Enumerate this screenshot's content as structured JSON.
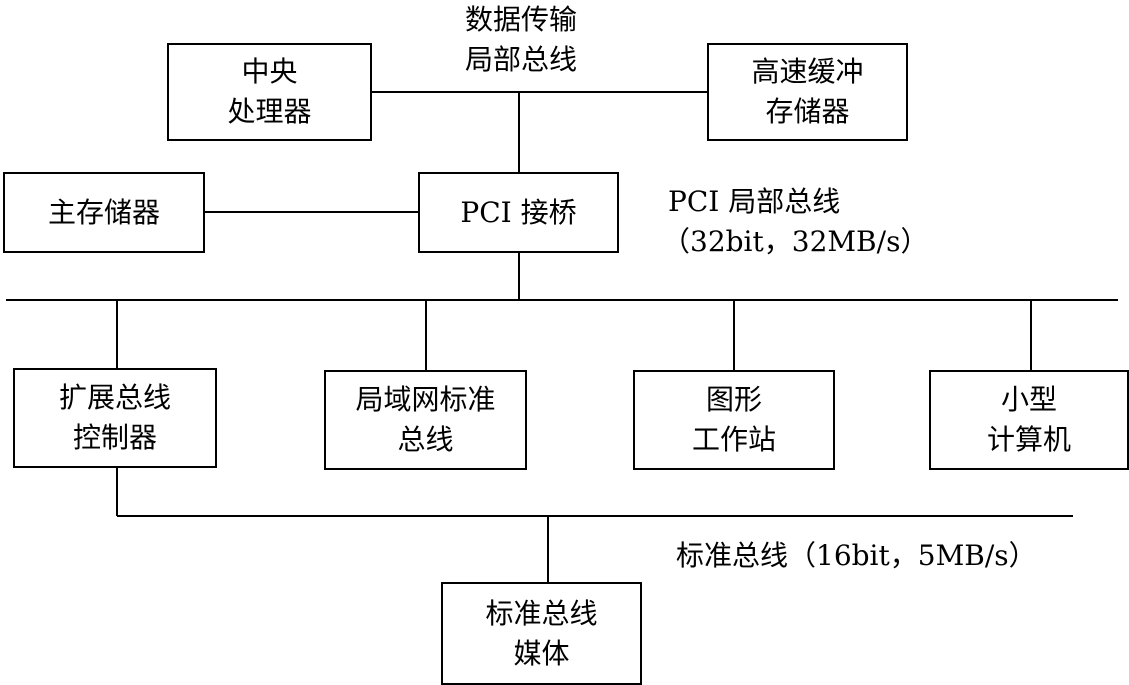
{
  "top_label": {
    "line1": "数据传输",
    "line2": "局部总线"
  },
  "boxes": {
    "cpu": {
      "line1": "中央",
      "line2": "处理器"
    },
    "cache": {
      "line1": "高速缓冲",
      "line2": "存储器"
    },
    "main_memory": {
      "line1": "主存储器"
    },
    "pci_bridge": {
      "line1": "PCI 接桥"
    },
    "expansion_bus_controller": {
      "line1": "扩展总线",
      "line2": "控制器"
    },
    "lan_standard_bus": {
      "line1": "局域网标准",
      "line2": "总线"
    },
    "graphics_workstation": {
      "line1": "图形",
      "line2": "工作站"
    },
    "minicomputer": {
      "line1": "小型",
      "line2": "计算机"
    },
    "standard_bus_media": {
      "line1": "标准总线",
      "line2": "媒体"
    }
  },
  "pci_bus_label": {
    "line1": "PCI 局部总线",
    "line2": "（32bit，32MB/s）"
  },
  "standard_bus_label": "标准总线（16bit，5MB/s）"
}
